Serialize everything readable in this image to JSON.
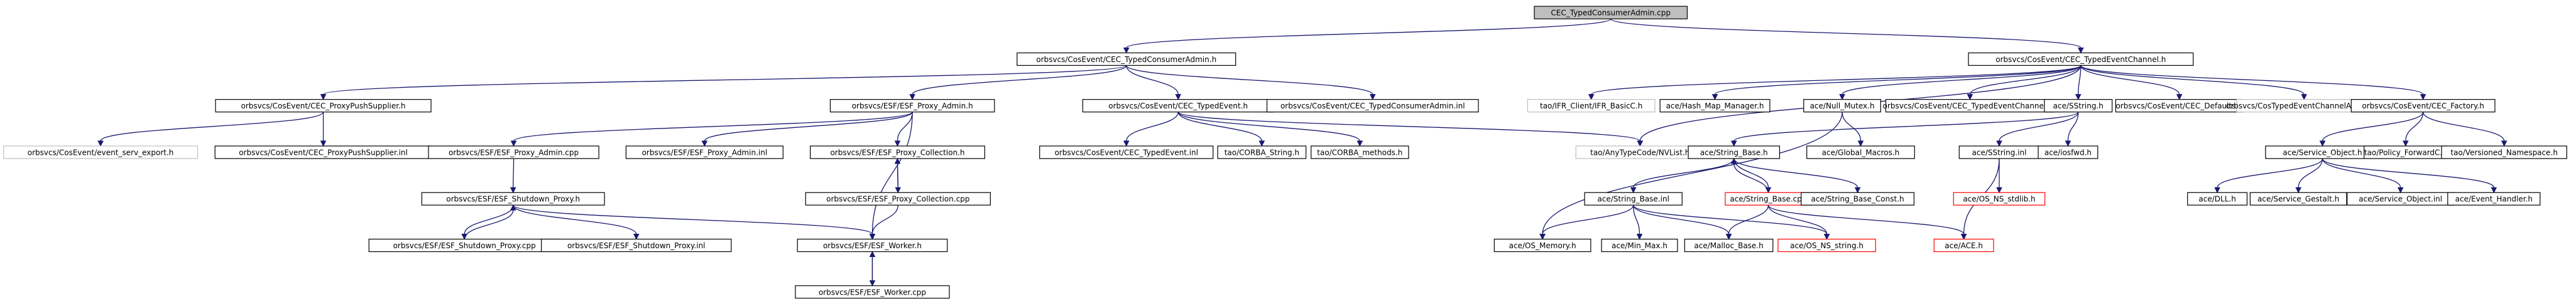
{
  "graph": {
    "nodes": [
      {
        "id": "root",
        "label": "CEC_TypedConsumerAdmin.cpp",
        "style": "root"
      },
      {
        "id": "cec_tca_h",
        "label": "orbsvcs/CosEvent/CEC_TypedConsumerAdmin.h",
        "style": "normal"
      },
      {
        "id": "cec_tec_h",
        "label": "orbsvcs/CosEvent/CEC_TypedEventChannel.h",
        "style": "normal"
      },
      {
        "id": "cec_pps_h",
        "label": "orbsvcs/CosEvent/CEC_ProxyPushSupplier.h",
        "style": "normal"
      },
      {
        "id": "esf_pa_h",
        "label": "orbsvcs/ESF/ESF_Proxy_Admin.h",
        "style": "normal"
      },
      {
        "id": "cec_te_h",
        "label": "orbsvcs/CosEvent/CEC_TypedEvent.h",
        "style": "normal"
      },
      {
        "id": "cec_tca_inl",
        "label": "orbsvcs/CosEvent/CEC_TypedConsumerAdmin.inl",
        "style": "normal"
      },
      {
        "id": "ifr_basic",
        "label": "tao/IFR_Client/IFR_BasicC.h",
        "style": "missing"
      },
      {
        "id": "hash_map",
        "label": "ace/Hash_Map_Manager.h",
        "style": "normal"
      },
      {
        "id": "null_mutex",
        "label": "ace/Null_Mutex.h",
        "style": "normal"
      },
      {
        "id": "cec_tec_inl",
        "label": "orbsvcs/CosEvent/CEC_TypedEventChannel.inl",
        "style": "normal"
      },
      {
        "id": "sstring_h",
        "label": "ace/SString.h",
        "style": "normal"
      },
      {
        "id": "cec_defaults",
        "label": "orbsvcs/CosEvent/CEC_Defaults.h",
        "style": "normal"
      },
      {
        "id": "cos_tecas",
        "label": "orbsvcs/CosTypedEventChannelAdminS.h",
        "style": "missing"
      },
      {
        "id": "cec_factory",
        "label": "orbsvcs/CosEvent/CEC_Factory.h",
        "style": "normal"
      },
      {
        "id": "event_serv_export",
        "label": "orbsvcs/CosEvent/event_serv_export.h",
        "style": "missing"
      },
      {
        "id": "cec_pps_inl",
        "label": "orbsvcs/CosEvent/CEC_ProxyPushSupplier.inl",
        "style": "normal"
      },
      {
        "id": "esf_pa_cpp",
        "label": "orbsvcs/ESF/ESF_Proxy_Admin.cpp",
        "style": "normal"
      },
      {
        "id": "esf_pa_inl",
        "label": "orbsvcs/ESF/ESF_Proxy_Admin.inl",
        "style": "normal"
      },
      {
        "id": "esf_pc_h",
        "label": "orbsvcs/ESF/ESF_Proxy_Collection.h",
        "style": "normal"
      },
      {
        "id": "cec_te_inl",
        "label": "orbsvcs/CosEvent/CEC_TypedEvent.inl",
        "style": "normal"
      },
      {
        "id": "corba_string",
        "label": "tao/CORBA_String.h",
        "style": "normal"
      },
      {
        "id": "corba_methods",
        "label": "tao/CORBA_methods.h",
        "style": "normal"
      },
      {
        "id": "anytypecode",
        "label": "tao/AnyTypeCode/NVList.h",
        "style": "missing"
      },
      {
        "id": "global_macros",
        "label": "ace/Global_Macros.h",
        "style": "normal"
      },
      {
        "id": "string_base_h",
        "label": "ace/String_Base.h",
        "style": "normal"
      },
      {
        "id": "sstring_inl",
        "label": "ace/SString.inl",
        "style": "normal"
      },
      {
        "id": "iosfwd",
        "label": "ace/iosfwd.h",
        "style": "normal"
      },
      {
        "id": "service_object_h",
        "label": "ace/Service_Object.h",
        "style": "normal"
      },
      {
        "id": "policy_forward",
        "label": "tao/Policy_ForwardC.h",
        "style": "normal"
      },
      {
        "id": "versioned_ns",
        "label": "tao/Versioned_Namespace.h",
        "style": "normal"
      },
      {
        "id": "esf_sp_h",
        "label": "orbsvcs/ESF/ESF_Shutdown_Proxy.h",
        "style": "normal"
      },
      {
        "id": "esf_pc_cpp",
        "label": "orbsvcs/ESF/ESF_Proxy_Collection.cpp",
        "style": "normal"
      },
      {
        "id": "string_base_inl",
        "label": "ace/String_Base.inl",
        "style": "normal"
      },
      {
        "id": "string_base_cpp",
        "label": "ace/String_Base.cpp",
        "style": "bad"
      },
      {
        "id": "string_base_const",
        "label": "ace/String_Base_Const.h",
        "style": "normal"
      },
      {
        "id": "os_ns_stdlib",
        "label": "ace/OS_NS_stdlib.h",
        "style": "bad"
      },
      {
        "id": "dll_h",
        "label": "ace/DLL.h",
        "style": "normal"
      },
      {
        "id": "service_gestalt",
        "label": "ace/Service_Gestalt.h",
        "style": "normal"
      },
      {
        "id": "service_object_inl",
        "label": "ace/Service_Object.inl",
        "style": "normal"
      },
      {
        "id": "event_handler",
        "label": "ace/Event_Handler.h",
        "style": "normal"
      },
      {
        "id": "esf_sp_cpp",
        "label": "orbsvcs/ESF/ESF_Shutdown_Proxy.cpp",
        "style": "normal"
      },
      {
        "id": "esf_sp_inl",
        "label": "orbsvcs/ESF/ESF_Shutdown_Proxy.inl",
        "style": "normal"
      },
      {
        "id": "esf_worker_h",
        "label": "orbsvcs/ESF/ESF_Worker.h",
        "style": "normal"
      },
      {
        "id": "os_memory",
        "label": "ace/OS_Memory.h",
        "style": "normal"
      },
      {
        "id": "min_max",
        "label": "ace/Min_Max.h",
        "style": "normal"
      },
      {
        "id": "malloc_base",
        "label": "ace/Malloc_Base.h",
        "style": "normal"
      },
      {
        "id": "os_ns_string",
        "label": "ace/OS_NS_string.h",
        "style": "bad"
      },
      {
        "id": "ace_h",
        "label": "ace/ACE.h",
        "style": "bad"
      },
      {
        "id": "esf_worker_cpp",
        "label": "orbsvcs/ESF/ESF_Worker.cpp",
        "style": "normal"
      }
    ],
    "edges": [
      [
        "root",
        "cec_tca_h"
      ],
      [
        "root",
        "cec_tec_h"
      ],
      [
        "cec_tca_h",
        "cec_pps_h"
      ],
      [
        "cec_tca_h",
        "esf_pa_h"
      ],
      [
        "cec_tca_h",
        "cec_te_h"
      ],
      [
        "cec_tca_h",
        "cec_tca_inl"
      ],
      [
        "cec_tec_h",
        "ifr_basic"
      ],
      [
        "cec_tec_h",
        "hash_map"
      ],
      [
        "cec_tec_h",
        "null_mutex"
      ],
      [
        "cec_tec_h",
        "cec_tec_inl"
      ],
      [
        "cec_tec_h",
        "sstring_h"
      ],
      [
        "cec_tec_h",
        "cec_defaults"
      ],
      [
        "cec_tec_h",
        "cos_tecas"
      ],
      [
        "cec_tec_h",
        "cec_factory"
      ],
      [
        "cec_tec_h",
        "anytypecode"
      ],
      [
        "cec_pps_h",
        "event_serv_export"
      ],
      [
        "cec_pps_h",
        "cec_pps_inl"
      ],
      [
        "esf_pa_h",
        "esf_pa_cpp"
      ],
      [
        "esf_pa_h",
        "esf_pa_inl"
      ],
      [
        "esf_pa_h",
        "esf_pc_h"
      ],
      [
        "esf_pa_h",
        "esf_worker_h"
      ],
      [
        "cec_te_h",
        "cec_te_inl"
      ],
      [
        "cec_te_h",
        "corba_string"
      ],
      [
        "cec_te_h",
        "corba_methods"
      ],
      [
        "cec_te_h",
        "anytypecode"
      ],
      [
        "esf_pa_cpp",
        "esf_sp_h"
      ],
      [
        "esf_pc_h",
        "esf_pc_cpp"
      ],
      [
        "esf_pc_cpp",
        "esf_pc_h"
      ],
      [
        "esf_pc_cpp",
        "esf_worker_h"
      ],
      [
        "esf_sp_h",
        "esf_sp_cpp"
      ],
      [
        "esf_sp_cpp",
        "esf_sp_h"
      ],
      [
        "esf_sp_h",
        "esf_sp_inl"
      ],
      [
        "esf_sp_h",
        "esf_worker_h"
      ],
      [
        "esf_worker_h",
        "esf_worker_cpp"
      ],
      [
        "esf_worker_cpp",
        "esf_worker_h"
      ],
      [
        "null_mutex",
        "global_macros"
      ],
      [
        "null_mutex",
        "os_memory"
      ],
      [
        "sstring_h",
        "string_base_h"
      ],
      [
        "sstring_h",
        "sstring_inl"
      ],
      [
        "sstring_h",
        "iosfwd"
      ],
      [
        "string_base_h",
        "string_base_inl"
      ],
      [
        "string_base_h",
        "string_base_cpp"
      ],
      [
        "string_base_cpp",
        "string_base_h"
      ],
      [
        "string_base_h",
        "string_base_const"
      ],
      [
        "string_base_inl",
        "os_memory"
      ],
      [
        "string_base_inl",
        "min_max"
      ],
      [
        "string_base_inl",
        "malloc_base"
      ],
      [
        "string_base_inl",
        "os_ns_string"
      ],
      [
        "string_base_cpp",
        "malloc_base"
      ],
      [
        "string_base_cpp",
        "os_ns_string"
      ],
      [
        "string_base_cpp",
        "ace_h"
      ],
      [
        "sstring_inl",
        "os_ns_stdlib"
      ],
      [
        "sstring_inl",
        "ace_h"
      ],
      [
        "cec_factory",
        "service_object_h"
      ],
      [
        "cec_factory",
        "policy_forward"
      ],
      [
        "cec_factory",
        "versioned_ns"
      ],
      [
        "service_object_h",
        "dll_h"
      ],
      [
        "service_object_h",
        "service_gestalt"
      ],
      [
        "service_object_h",
        "service_object_inl"
      ],
      [
        "service_object_h",
        "event_handler"
      ]
    ]
  },
  "colors": {
    "edge": "#191970",
    "node_border": "#000000",
    "root_fill": "#bfbfbf",
    "missing_border": "#bfbfbf",
    "bad_border": "#ff0000",
    "node_fill": "#ffffff"
  }
}
